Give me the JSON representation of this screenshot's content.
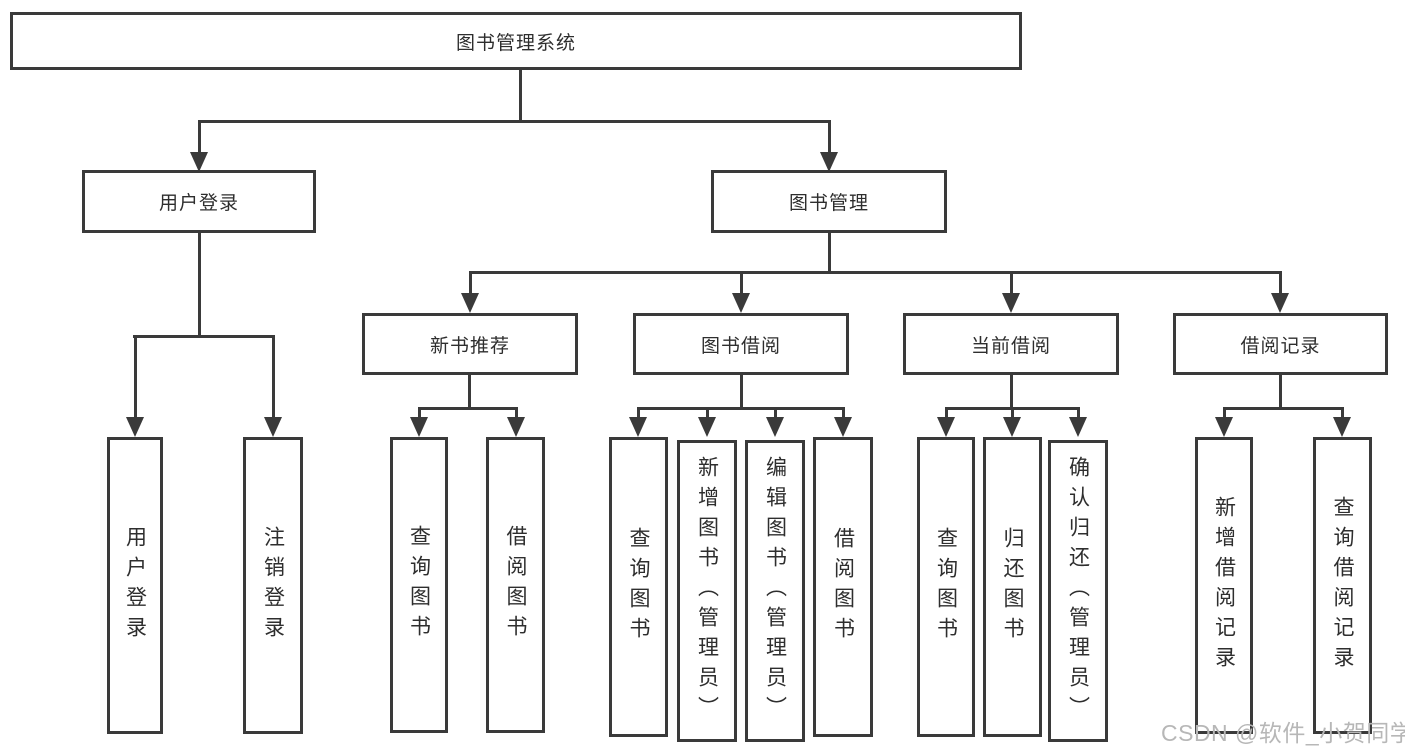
{
  "title": "图书管理系统",
  "level2": {
    "user_login": "用户登录",
    "book_mgmt": "图书管理"
  },
  "level3": {
    "new_book": "新书推荐",
    "book_borrow": "图书借阅",
    "current_borrow": "当前借阅",
    "borrow_record": "借阅记录"
  },
  "leaves": {
    "user_login": [
      "用户登录",
      "注销登录"
    ],
    "new_book": [
      "查询图书",
      "借阅图书"
    ],
    "book_borrow": [
      "查询图书",
      "新增图书（管理员）",
      "编辑图书（管理员）",
      "借阅图书"
    ],
    "current_borrow": [
      "查询图书",
      "归还图书",
      "确认归还（管理员）"
    ],
    "borrow_record": [
      "新增借阅记录",
      "查询借阅记录"
    ]
  },
  "watermark": "CSDN @软件_小贺同学",
  "colors": {
    "line": "#3a3a3a",
    "text": "#2e2e2e",
    "watermark": "#b7b7b7"
  }
}
